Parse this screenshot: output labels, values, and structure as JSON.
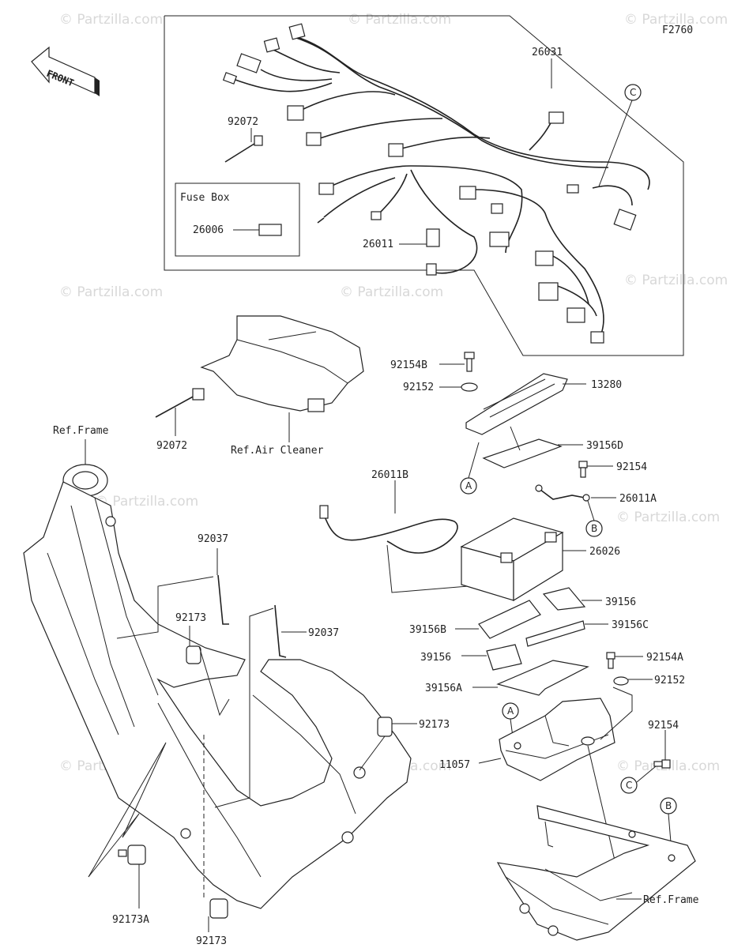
{
  "figure_code": "F2760",
  "direction_label": "FRONT",
  "watermark": "© Partzilla.com",
  "fuse_box": {
    "title": "Fuse Box",
    "part": "26006"
  },
  "callouts": {
    "a": "A",
    "b": "B",
    "c": "C"
  },
  "labels": {
    "p26031": "26031",
    "p92072_top": "92072",
    "p26011": "26011",
    "p92154B": "92154B",
    "p92152_top": "92152",
    "p13280": "13280",
    "p39156D": "39156D",
    "p92154_top": "92154",
    "p26011B": "26011B",
    "p26011A": "26011A",
    "p26026": "26026",
    "p92072_mid": "92072",
    "ref_air_cleaner": "Ref.Air Cleaner",
    "ref_frame_left": "Ref.Frame",
    "p92037_a": "92037",
    "p92037_b": "92037",
    "p92173_a": "92173",
    "p92173_b": "92173",
    "p92173_c": "92173",
    "p92173A": "92173A",
    "p39156_a": "39156",
    "p39156B": "39156B",
    "p39156C": "39156C",
    "p39156_b": "39156",
    "p92154A": "92154A",
    "p39156A": "39156A",
    "p92152_bot": "92152",
    "p11057": "11057",
    "p92154_bot": "92154",
    "ref_frame_right": "Ref.Frame"
  }
}
